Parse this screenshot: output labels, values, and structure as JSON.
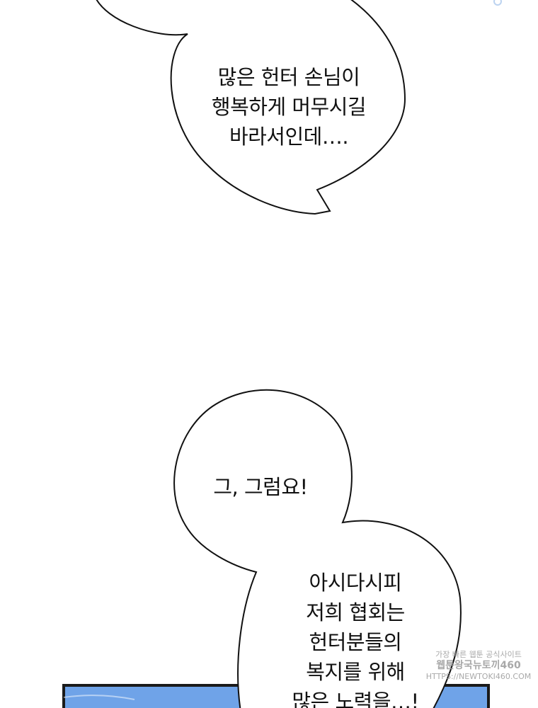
{
  "bubbles": {
    "top": {
      "lines": [
        "많은 헌터 손님이",
        "행복하게 머무시길",
        "바라서인데…."
      ]
    },
    "middle": {
      "lines": [
        "그, 그럼요!"
      ]
    },
    "bottom": {
      "lines": [
        "아시다시피",
        "저희 협회는",
        "헌터분들의",
        "복지를 위해",
        "많은 노력을…!"
      ]
    }
  },
  "watermark": {
    "line1": "가장 빠른 웹툰 공식사이트",
    "line2": "웹툰왕국뉴토끼460",
    "line3": "HTTPS://NEWTOKI460.COM"
  },
  "colors": {
    "sky": "#6fa3e8",
    "panel_border": "#1a1a1a",
    "ink": "#111111"
  }
}
